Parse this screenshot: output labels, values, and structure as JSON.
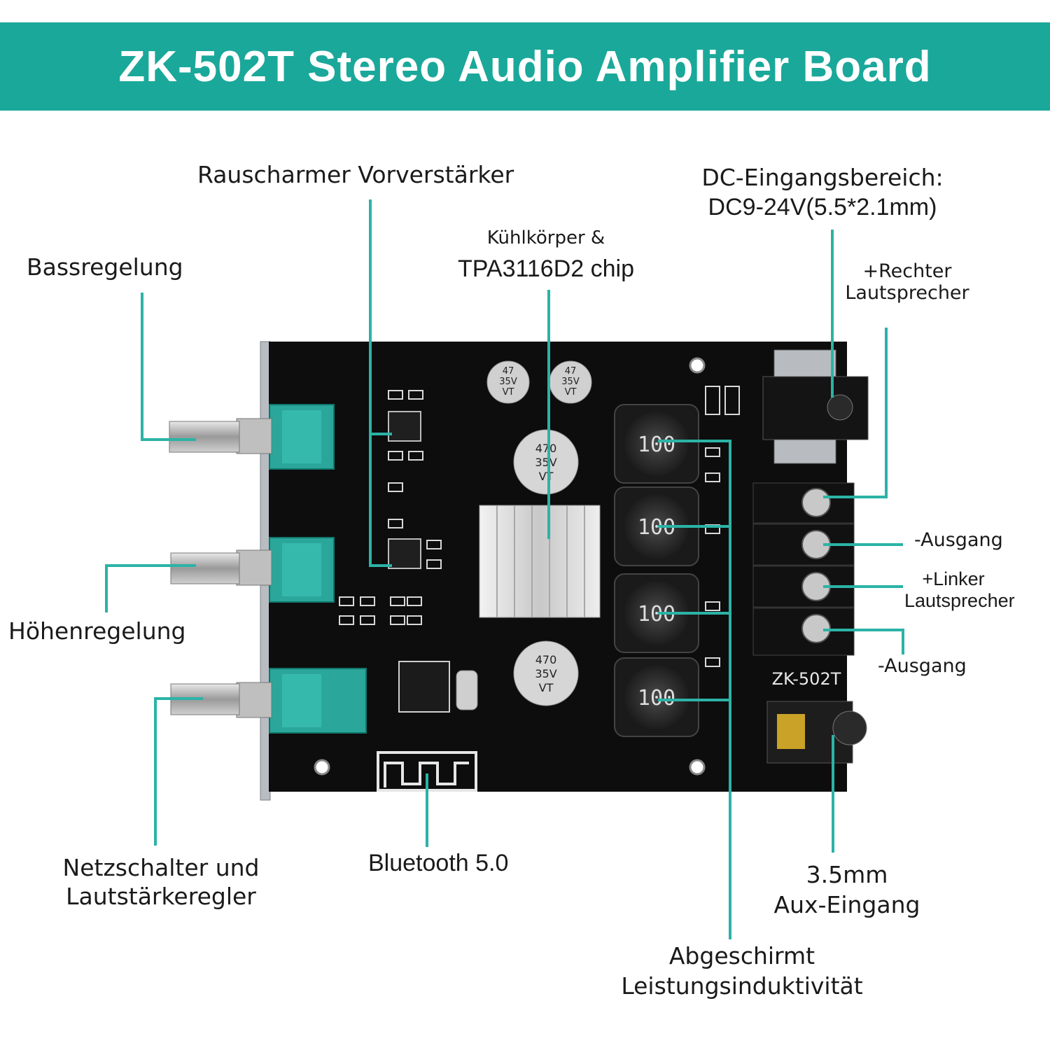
{
  "banner": {
    "title": "ZK-502T Stereo Audio Amplifier Board"
  },
  "labels": {
    "preamp": "Rauscharmer Vorverstärker",
    "dc_line1": "DC-Eingangsbereich:",
    "dc_line2": "DC9-24V(5.5*2.1mm)",
    "heatsink_line1": "Kühlkörper &",
    "heatsink_line2": "TPA3116D2 chip",
    "bass": "Bassregelung",
    "right_speaker_line1": "+Rechter",
    "right_speaker_line2": "Lautsprecher",
    "output_top": "-Ausgang",
    "left_speaker_line1": "+Linker",
    "left_speaker_line2": "Lautsprecher",
    "output_bottom": "-Ausgang",
    "treble": "Höhenregelung",
    "power_volume_line1": "Netzschalter und",
    "power_volume_line2": "Lautstärkeregler",
    "bluetooth": "Bluetooth 5.0",
    "aux_line1": "3.5mm",
    "aux_line2": "Aux-Eingang",
    "inductor_line1": "Abgeschirmt",
    "inductor_line2": "Leistungsinduktivität"
  },
  "board": {
    "model_marking": "ZK-502T",
    "inductor_marking": "100",
    "cap_small_marking": [
      "47",
      "35V",
      "VT"
    ],
    "cap_large_marking": [
      "470",
      "35V",
      "VT"
    ]
  },
  "colors": {
    "accent": "#1aa89a",
    "leader": "#2bb3a6",
    "pcb": "#0d0d0d",
    "pot_body": "#2aa69a"
  }
}
